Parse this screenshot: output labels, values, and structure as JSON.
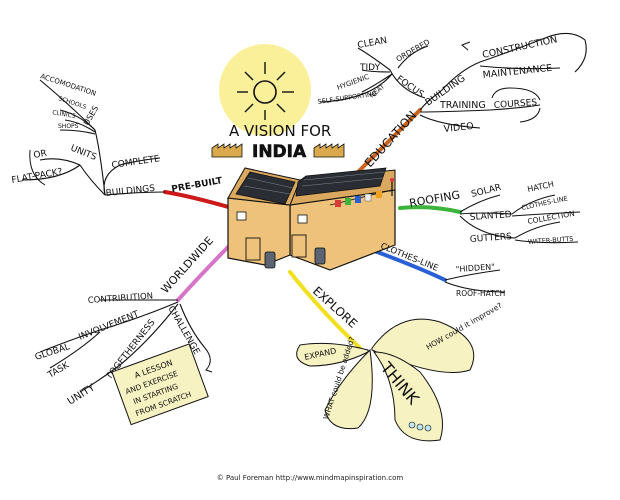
{
  "title": {
    "prefix": "A VISION FOR",
    "country": "INDIA"
  },
  "center": {
    "building_label": ""
  },
  "branches": {
    "education": {
      "label": "EDUCATION",
      "building": "BUILDING",
      "construction": "CONSTRUCTION",
      "maintenance": "MAINTENANCE",
      "training": "TRAINING",
      "courses": "COURSES",
      "video": "VIDEO",
      "focus": "FOCUS",
      "clean": "CLEAN",
      "tidy": "TIDY",
      "ordered": "ORDERED",
      "hygienic": "HYGIENIC",
      "self_supporting": "SELF-SUPPORTING",
      "neat": "NEAT"
    },
    "roofing": {
      "label": "ROOFING",
      "solar": "SOLAR",
      "slanted": "SLANTED",
      "hatch": "HATCH",
      "clothes_line": "CLOTHES-LINE",
      "gutters": "GUTTERS",
      "collection": "COLLECTION",
      "water_butts": "WATER-BUTTS"
    },
    "clothesline": {
      "label": "CLOTHES-LINE",
      "hidden": "\"HIDDEN\"",
      "roof_hatch": "ROOF-HATCH"
    },
    "explore": {
      "label": "EXPLORE",
      "expand": "EXPAND",
      "what_could": "WHAT could be added?",
      "how_could": "HOW could it improve?",
      "think": "THINK"
    },
    "worldwide": {
      "label": "WORLDWIDE",
      "contribution": "CONTRIBUTION",
      "involvement": "INVOLVEMENT",
      "global": "GLOBAL",
      "task": "TASK",
      "togetherness": "TOGETHERNESS",
      "unity": "UNITY",
      "challenge": "CHALLENGE",
      "note": [
        "A LESSON",
        "AND EXERCISE",
        "IN STARTING",
        "FROM SCRATCH"
      ]
    },
    "prebuilt": {
      "label": "PRE-BUILT",
      "buildings": "BUILDINGS",
      "complete": "COMPLETE",
      "units": "UNITS",
      "or": "OR",
      "flat_pack": "FLAT-PACK?",
      "uses": "USES",
      "accomodation": "ACCOMODATION",
      "schools": "SCHOOLS",
      "clinics": "CLINICS",
      "shops": "SHOPS"
    }
  },
  "footer": "© Paul Foreman http://www.mindmapinspiration.com",
  "colors": {
    "education": "#c8641e",
    "roofing": "#3cb43c",
    "clothesline": "#2a5fd6",
    "explore": "#f0e020",
    "worldwide": "#d675c8",
    "prebuilt": "#cc1a1a",
    "building": "#eec27a",
    "sun": "#fbf09a",
    "bubble": "#f7f2c2"
  }
}
